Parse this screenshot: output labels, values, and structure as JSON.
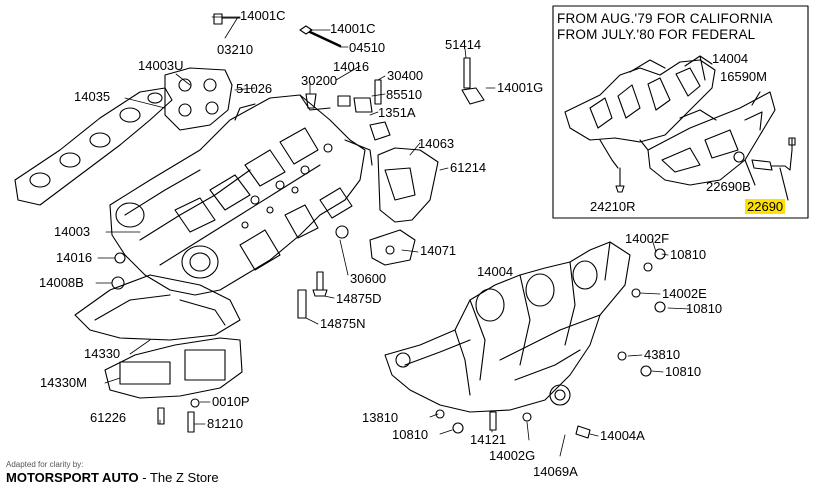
{
  "inset": {
    "note_line1": "FROM AUG.'79 FOR CALIFORNIA",
    "note_line2": "FROM JULY.'80 FOR FEDERAL"
  },
  "labels": {
    "p14001c_a": "14001C",
    "p14001c_b": "14001C",
    "p03210": "03210",
    "p04510": "04510",
    "p14016_top": "14016",
    "p14003u": "14003U",
    "p14035": "14035",
    "p51026": "51026",
    "p30200": "30200",
    "p30400": "30400",
    "p85510": "85510",
    "p1351a": "1351A",
    "p51414": "51414",
    "p14001g": "14001G",
    "p14063": "14063",
    "p61214": "61214",
    "p14003": "14003",
    "p14016_left": "14016",
    "p14008b": "14008B",
    "p14071": "14071",
    "p30600": "30600",
    "p14875d": "14875D",
    "p14875n": "14875N",
    "p14330": "14330",
    "p14330m": "14330M",
    "p0010p": "0010P",
    "p61226": "61226",
    "p81210": "81210",
    "p14004_inset": "14004",
    "p16590m": "16590M",
    "p22690b": "22690B",
    "p24210r": "24210R",
    "p22690": "22690",
    "p14002f": "14002F",
    "p10810_a": "10810",
    "p14004_main": "14004",
    "p14002e": "14002E",
    "p10810_b": "10810",
    "p43810": "43810",
    "p10810_c": "10810",
    "p13810": "13810",
    "p10810_d": "10810",
    "p14121": "14121",
    "p14002g": "14002G",
    "p14004a": "14004A",
    "p14069a": "14069A"
  },
  "credit": {
    "adapted": "Adapted for clarity by:",
    "brand": "MOTORSPORT AUTO",
    "tagline": " - The Z Store"
  },
  "colors": {
    "line": "#000000",
    "highlight": "#ffe100"
  }
}
